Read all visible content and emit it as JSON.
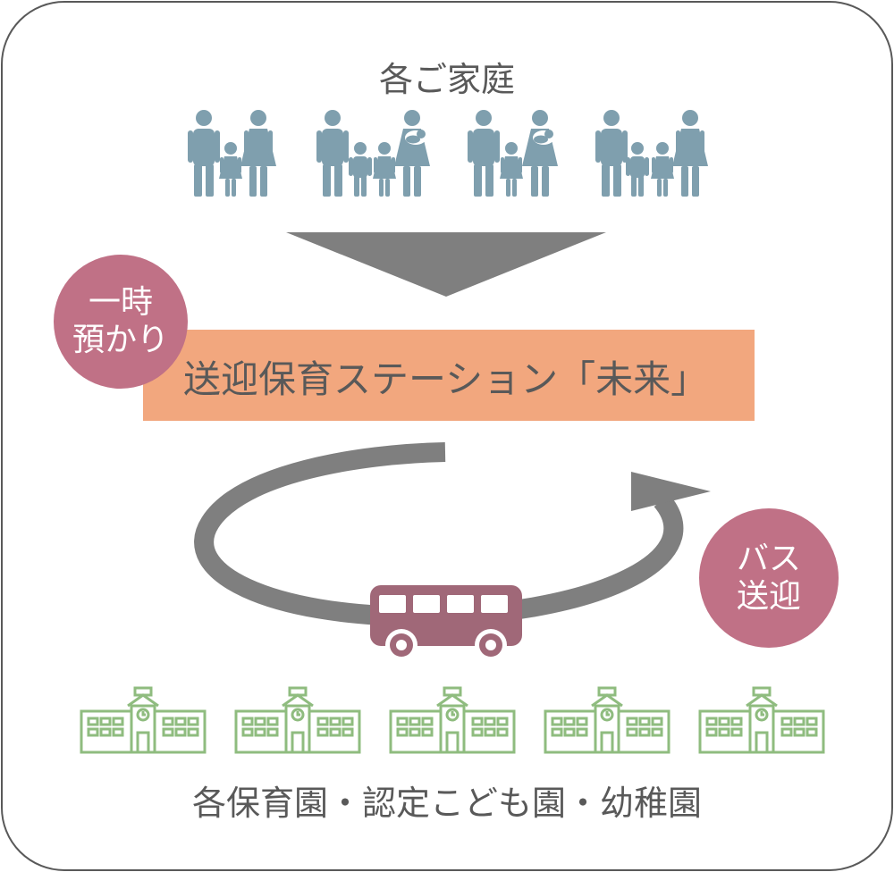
{
  "top_label": "各ご家庭",
  "station_label": "送迎保育ステーション「未来」",
  "temp_care": {
    "line1": "一時",
    "line2": "預かり"
  },
  "bus_service": {
    "line1": "バス",
    "line2": "送迎"
  },
  "bottom_label": "各保育園・認定こども園・幼稚園",
  "icons": {
    "family": "family-icon",
    "bus": "bus-icon",
    "school": "school-building-icon"
  },
  "colors": {
    "frame": "#595959",
    "family": "#7f9fae",
    "arrow": "#7f7f7f",
    "station_bar": "#f2a77e",
    "circle": "#c07186",
    "bus": "#a06878",
    "school": "#8fbc7f",
    "text": "#595959"
  }
}
